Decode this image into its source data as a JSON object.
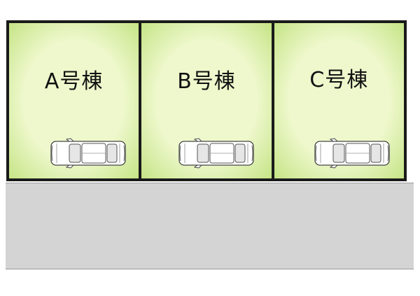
{
  "site_plan": {
    "lots": [
      {
        "id": "a",
        "label": "A号棟",
        "parking_icon": "car-top-view-icon"
      },
      {
        "id": "b",
        "label": "B号棟",
        "parking_icon": "car-top-view-icon"
      },
      {
        "id": "c",
        "label": "C号棟",
        "parking_icon": "car-top-view-icon"
      }
    ],
    "colors": {
      "lot_fill_center": "#eef8cc",
      "lot_fill_edge": "#c5e486",
      "lot_border": "#1a1a1a",
      "road": "#d4d4d4"
    }
  }
}
